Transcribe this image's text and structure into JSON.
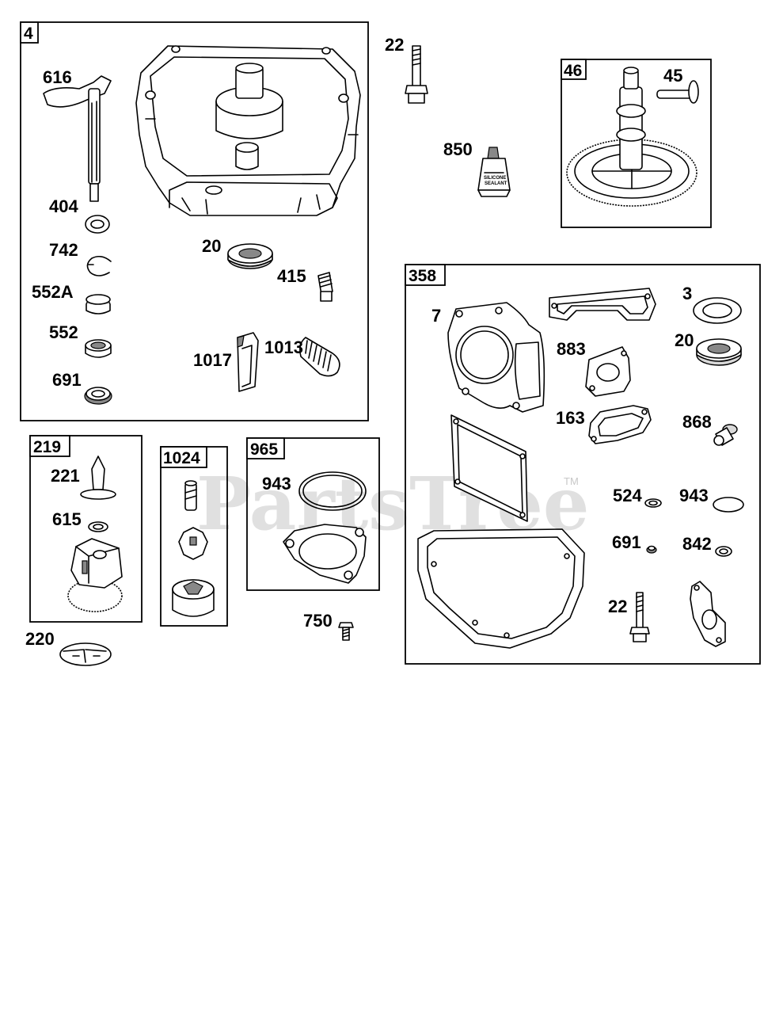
{
  "watermark": {
    "brand": "PartsTree",
    "trademark": "TM"
  },
  "groups": [
    {
      "id": "4",
      "label": "4"
    },
    {
      "id": "46",
      "label": "46"
    },
    {
      "id": "358",
      "label": "358"
    },
    {
      "id": "219",
      "label": "219"
    },
    {
      "id": "1024",
      "label": "1024"
    },
    {
      "id": "965",
      "label": "965"
    }
  ],
  "callouts": {
    "p616": "616",
    "p404": "404",
    "p742": "742",
    "p552a": "552A",
    "p552": "552",
    "p691a": "691",
    "p20a": "20",
    "p415": "415",
    "p1017": "1017",
    "p1013": "1013",
    "p22a": "22",
    "p850": "850",
    "p45": "45",
    "p7": "7",
    "p3": "3",
    "p20b": "20",
    "p883": "883",
    "p163": "163",
    "p868": "868",
    "p524": "524",
    "p943b": "943",
    "p691b": "691",
    "p842": "842",
    "p22b": "22",
    "p221": "221",
    "p615": "615",
    "p220": "220",
    "p943a": "943",
    "p750": "750"
  },
  "sealant_tube": {
    "line1": "SILICONE",
    "line2": "SEALANT"
  }
}
